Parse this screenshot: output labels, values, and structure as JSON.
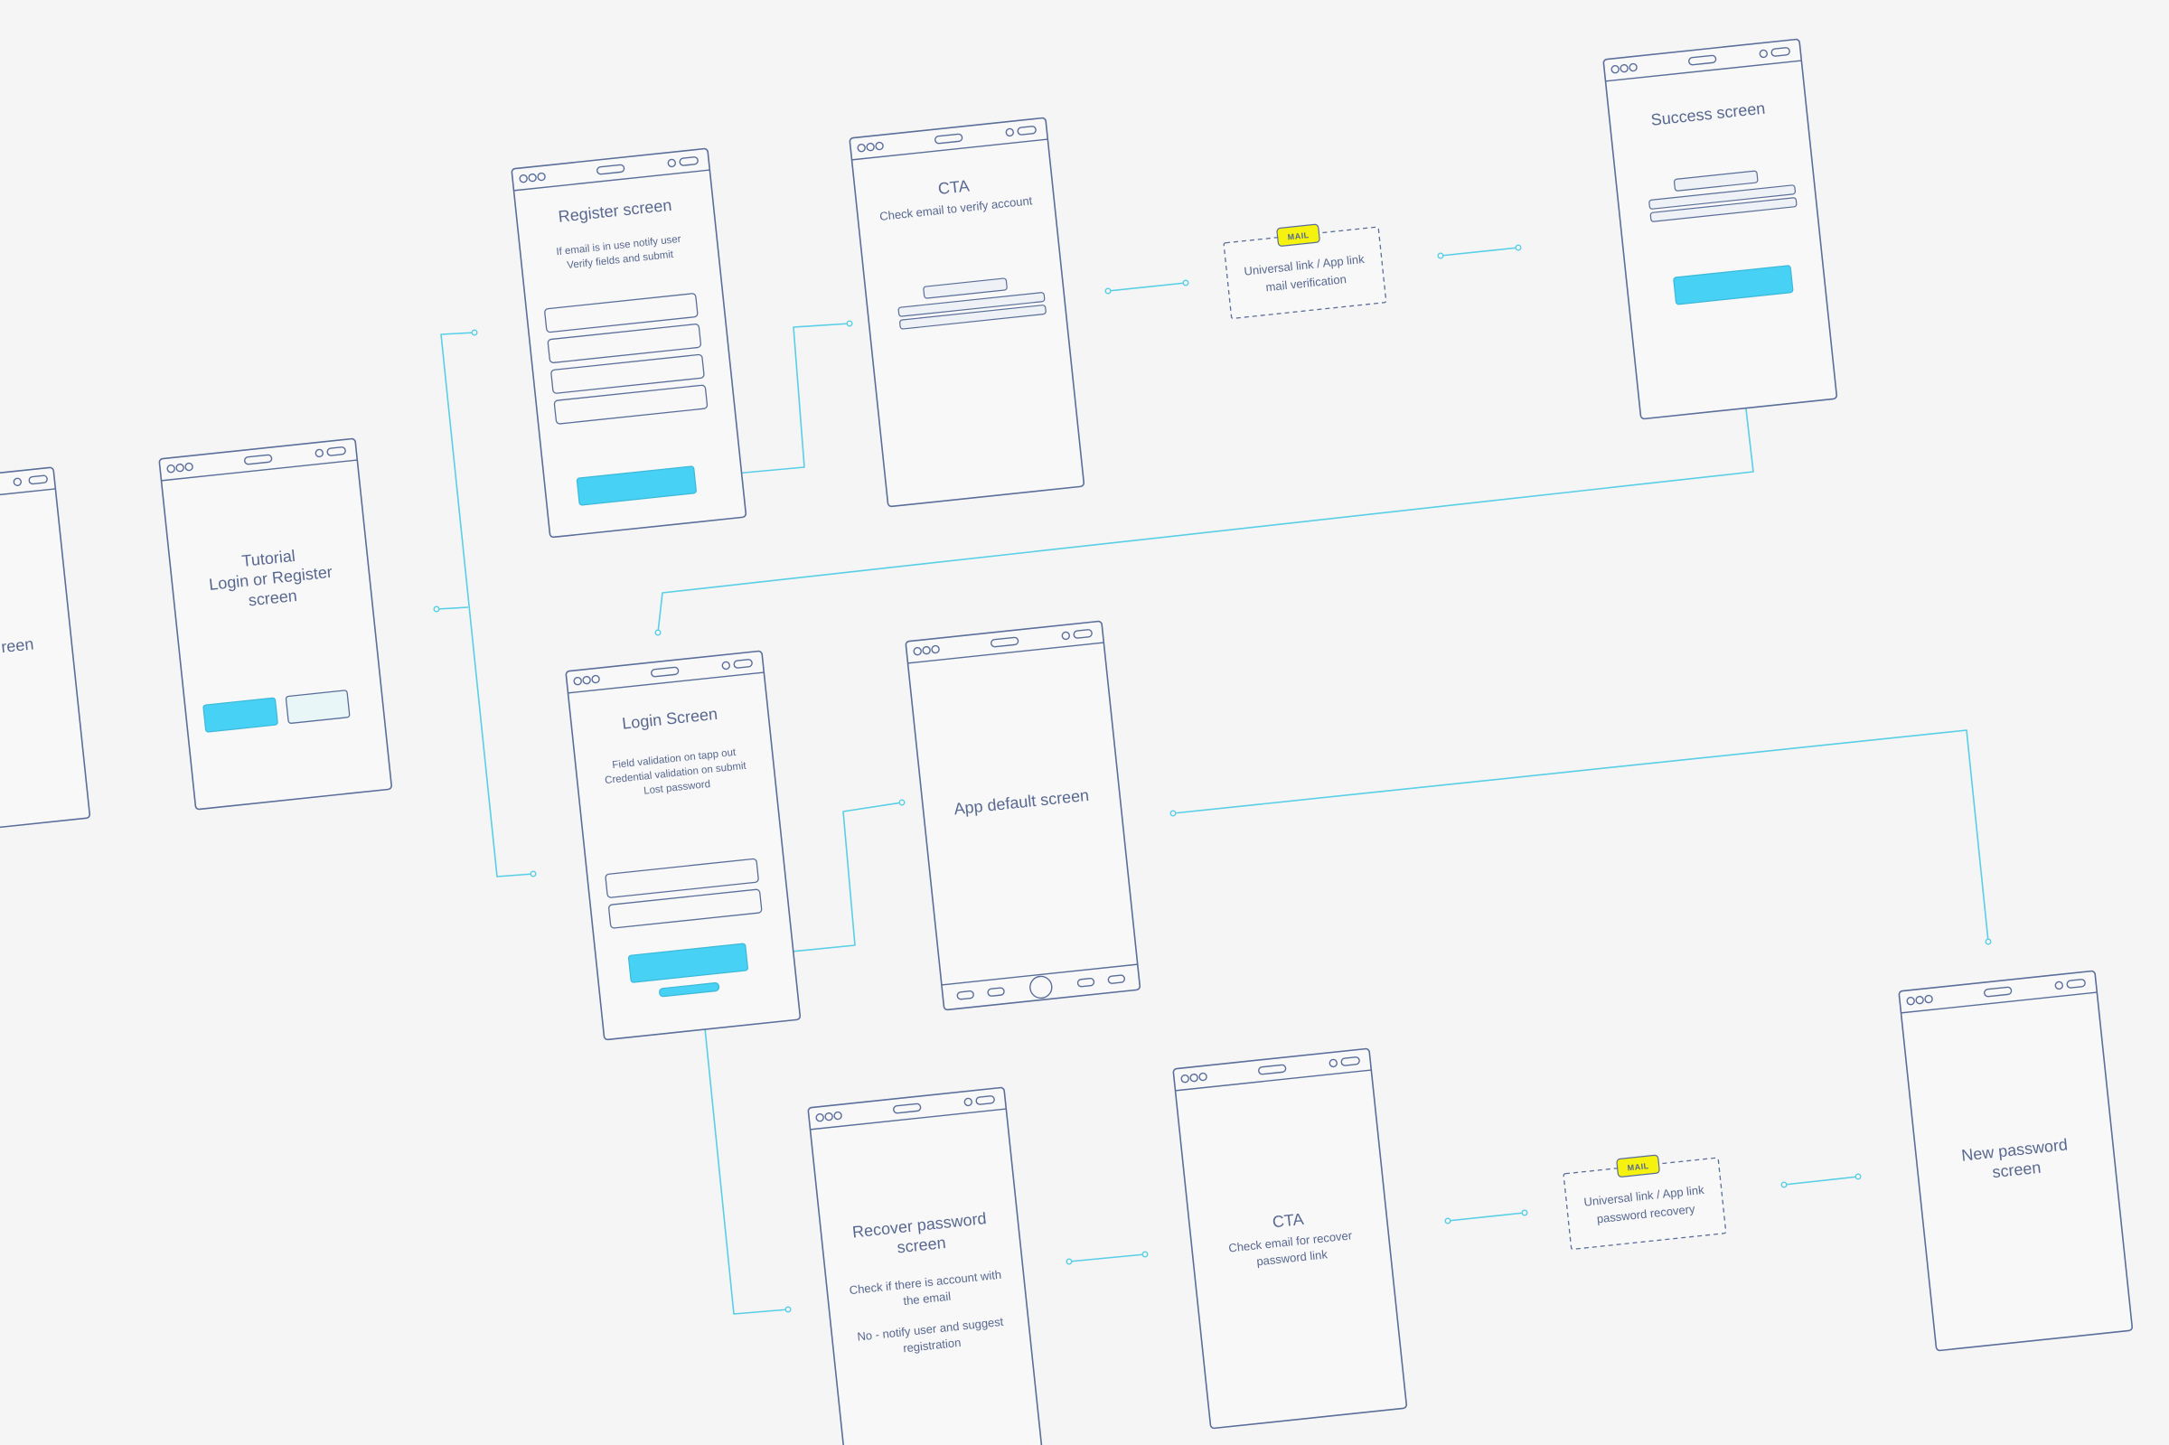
{
  "colors": {
    "background": "#f5f5f6",
    "frame_stroke": "#5a6e99",
    "frame_fill": "#f8f8f9",
    "text": "#58688f",
    "connector": "#58cfe6",
    "primary_button": "#47d1f5",
    "secondary_button": "#e9f6f8",
    "mail_badge": "#f4f20e"
  },
  "screens": {
    "partial": {
      "title": "reen"
    },
    "tutorial": {
      "title_lines": [
        "Tutorial",
        "Login or Register",
        "screen"
      ]
    },
    "register": {
      "title": "Register screen",
      "notes": [
        "If email is in use notify user",
        "Verify fields and submit"
      ]
    },
    "cta_verify": {
      "title": "CTA",
      "notes": [
        "Check email to verify account"
      ]
    },
    "success": {
      "title": "Success screen"
    },
    "login": {
      "title": "Login Screen",
      "notes": [
        "Field validation on tapp out",
        "Credential validation on submit",
        "Lost password"
      ]
    },
    "app_default": {
      "title": "App default screen"
    },
    "recover": {
      "title_lines": [
        "Recover password",
        "screen"
      ],
      "notes": [
        "Check if there is account with",
        "the email",
        "",
        "No - notify user and suggest",
        "registration"
      ]
    },
    "cta_recover": {
      "title": "CTA",
      "notes": [
        "Check email for recover",
        "password link"
      ]
    },
    "new_password": {
      "title_lines": [
        "New password",
        "screen"
      ]
    }
  },
  "mail_nodes": {
    "verify": {
      "badge": "MAIL",
      "lines": [
        "Universal link / App link",
        "mail verification"
      ]
    },
    "recover": {
      "badge": "MAIL",
      "lines": [
        "Universal link / App link",
        "password recovery"
      ]
    }
  }
}
